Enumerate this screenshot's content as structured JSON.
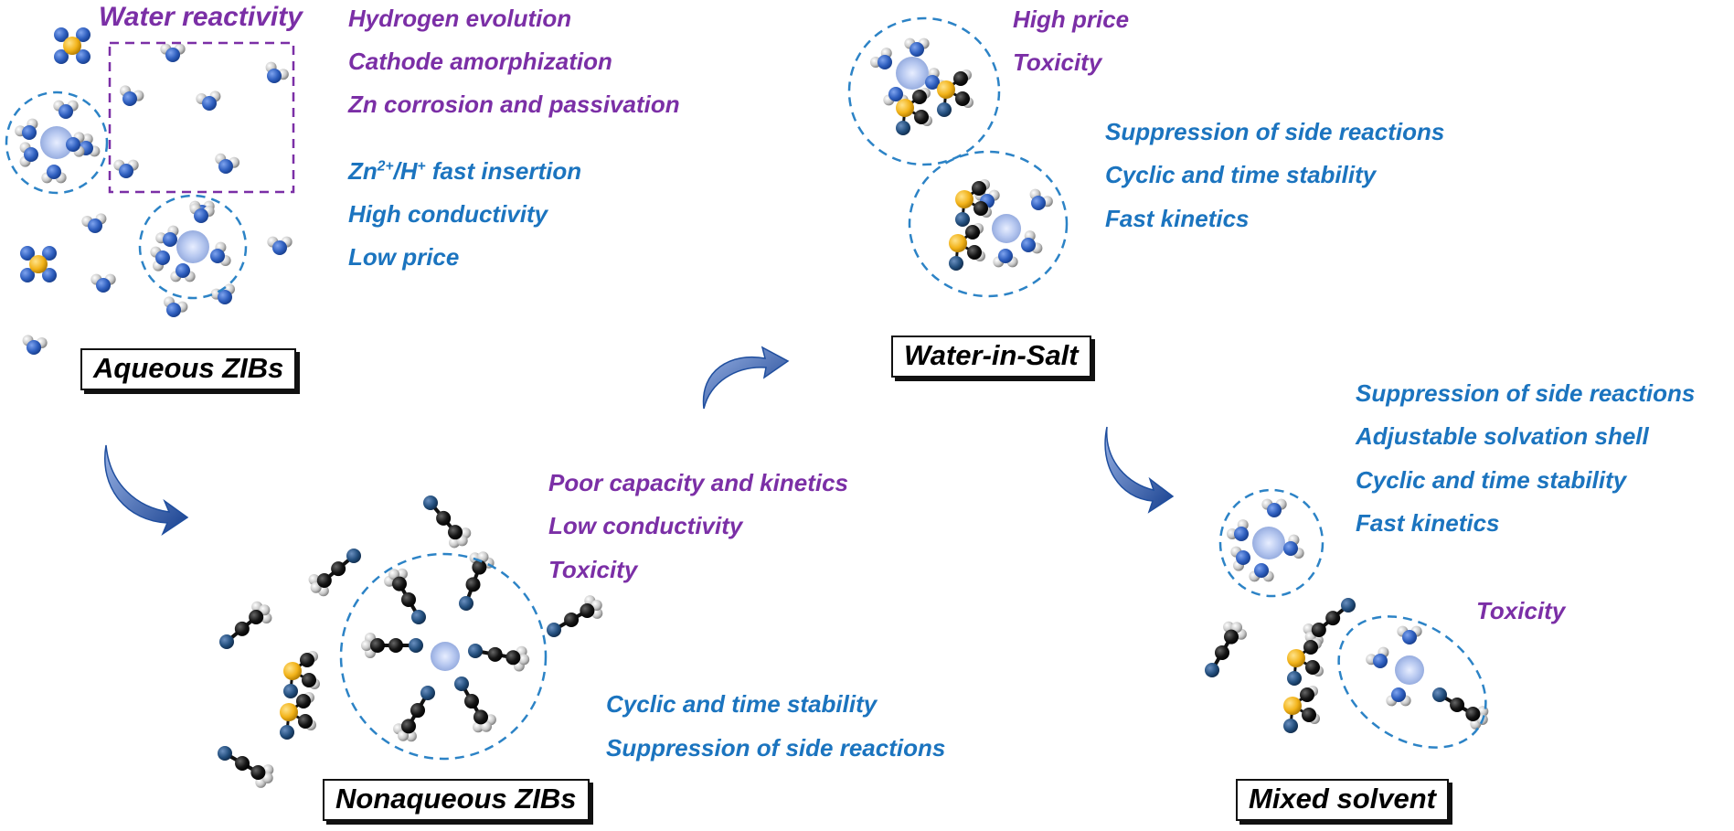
{
  "aqueous": {
    "title": "Aqueous ZIBs",
    "water_reactivity": "Water reactivity",
    "drawbacks": [
      "Hydrogen evolution",
      "Cathode amorphization",
      "Zn corrosion and passivation"
    ],
    "advantage_insertion_prefix": "Zn",
    "advantage_insertion_sup1": "2+",
    "advantage_insertion_mid": "/H",
    "advantage_insertion_sup2": "+",
    "advantage_insertion_suffix": " fast insertion",
    "advantages_rest": [
      "High conductivity",
      "Low price"
    ]
  },
  "water_in_salt": {
    "title": "Water-in-Salt",
    "drawbacks": [
      "High price",
      "Toxicity"
    ],
    "advantages": [
      "Suppression of side reactions",
      "Cyclic and time stability",
      "Fast kinetics"
    ]
  },
  "nonaqueous": {
    "title": "Nonaqueous ZIBs",
    "drawbacks": [
      "Poor capacity and kinetics",
      "Low conductivity",
      "Toxicity"
    ],
    "advantages": [
      "Cyclic and time stability",
      "Suppression of side reactions"
    ]
  },
  "mixed": {
    "title": "Mixed solvent",
    "advantages": [
      "Suppression of side reactions",
      "Adjustable solvation shell",
      "Cyclic and time stability",
      "Fast kinetics"
    ],
    "drawbacks": [
      "Toxicity"
    ]
  },
  "colors": {
    "drawback": "#7B2FA6",
    "advantage": "#1B74BF",
    "arrow": "#1F4E9E",
    "dash_circle": "#2C83C6",
    "dash_box": "#7B2FA6",
    "oxygen": "#2F5FBF",
    "hydrogen": "#C8C8C8",
    "sulfur": "#F2B31A",
    "carbon": "#111111",
    "zinc": "#B7C8F0"
  }
}
